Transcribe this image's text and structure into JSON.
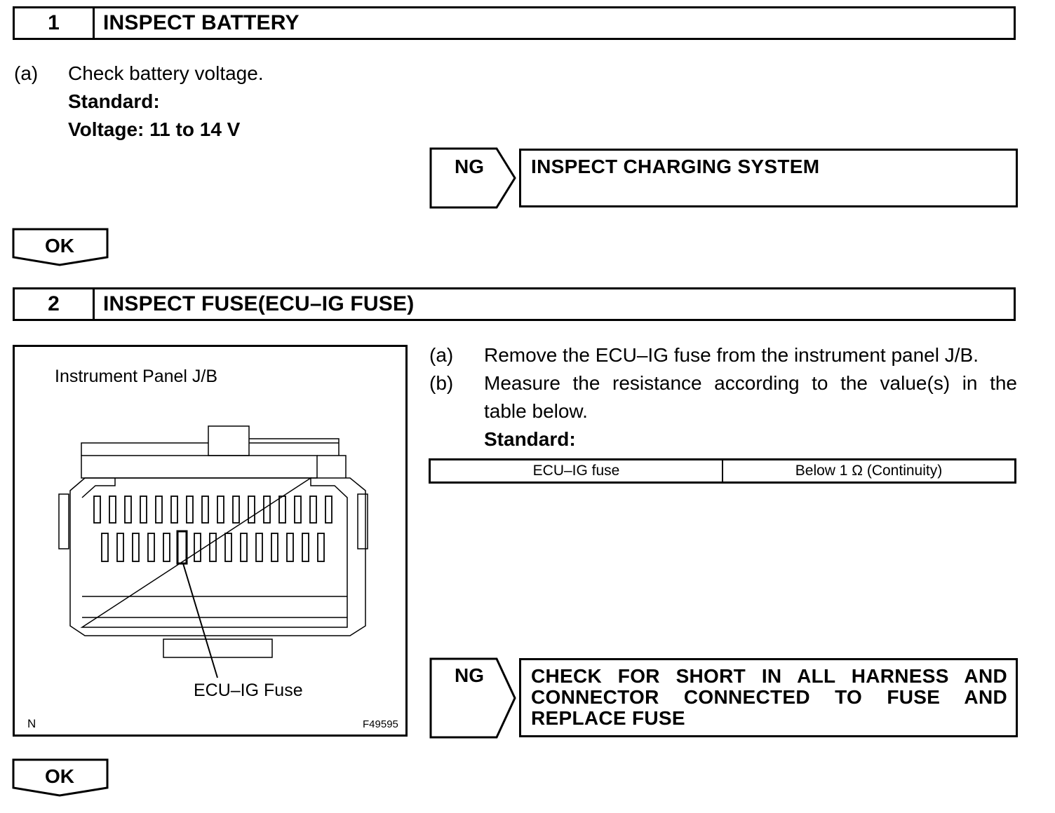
{
  "step1": {
    "number": "1",
    "title": "INSPECT BATTERY",
    "item_a_marker": "(a)",
    "item_a_text": "Check battery voltage.",
    "standard_label": "Standard:",
    "standard_value": "Voltage: 11 to 14 V",
    "ng_label": "NG",
    "ng_action": "INSPECT CHARGING SYSTEM",
    "ok_label": "OK"
  },
  "step2": {
    "number": "2",
    "title": "INSPECT FUSE(ECU–IG FUSE)",
    "item_a_marker": "(a)",
    "item_a_text": "Remove the ECU–IG fuse from the instrument panel J/B.",
    "item_b_marker": "(b)",
    "item_b_text_line1": "Measure the resistance according to the value(s) in the",
    "item_b_text_line2": "table below.",
    "standard_label": "Standard:",
    "spec_table": {
      "rows": [
        [
          "ECU–IG fuse",
          "Below 1 Ω (Continuity)"
        ]
      ]
    },
    "figure": {
      "panel_caption": "Instrument Panel J/B",
      "fuse_callout": "ECU–IG Fuse",
      "corner_mark": "N",
      "figure_id": "F49595"
    },
    "ng_label": "NG",
    "ng_action_lines": [
      "CHECK FOR SHORT IN ALL HARNESS AND",
      "CONNECTOR CONNECTED TO FUSE AND",
      "REPLACE FUSE"
    ],
    "ok_label": "OK"
  }
}
